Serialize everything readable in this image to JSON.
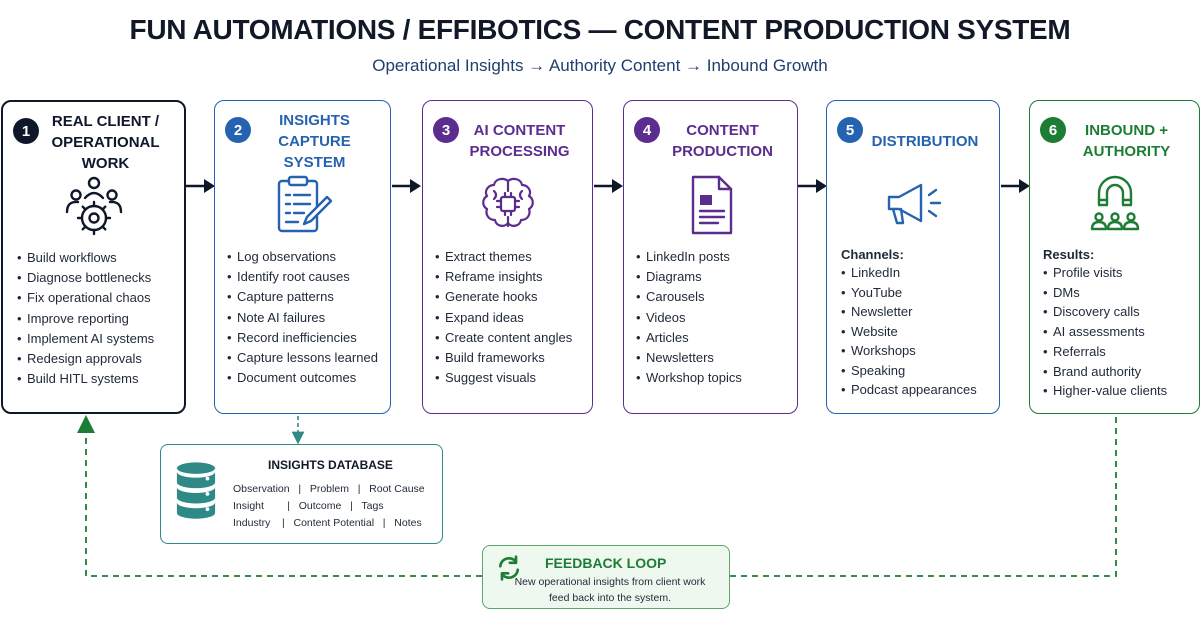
{
  "title": "FUN AUTOMATIONS / EFFIBOTICS — CONTENT PRODUCTION SYSTEM",
  "subtitle": "Operational Insights → Authority Content → Inbound Growth",
  "colors": {
    "stage1": "#0f172a",
    "stage2": "#2563b0",
    "stage3": "#5b2d8e",
    "stage4": "#5b2d8e",
    "stage5": "#2563b0",
    "stage6": "#1e7d34",
    "database": "#2d8a86",
    "feedback": "#1e7d34"
  },
  "stages": [
    {
      "number": "1",
      "title_line1": "REAL CLIENT /",
      "title_line2": "OPERATIONAL WORK",
      "icon": "team-gear-icon",
      "bullets": [
        "Build workflows",
        "Diagnose bottlenecks",
        "Fix operational chaos",
        "Improve reporting",
        "Implement AI systems",
        "Redesign approvals",
        "Build HITL systems"
      ]
    },
    {
      "number": "2",
      "title_line1": "INSIGHTS CAPTURE",
      "title_line2": "SYSTEM",
      "icon": "clipboard-pencil-icon",
      "bullets": [
        "Log observations",
        "Identify root causes",
        "Capture patterns",
        "Note AI failures",
        "Record inefficiencies",
        "Capture lessons learned",
        "Document outcomes"
      ]
    },
    {
      "number": "3",
      "title_line1": "AI CONTENT",
      "title_line2": "PROCESSING",
      "icon": "brain-chip-icon",
      "bullets": [
        "Extract themes",
        "Reframe insights",
        "Generate hooks",
        "Expand ideas",
        "Create content angles",
        "Build frameworks",
        "Suggest visuals"
      ]
    },
    {
      "number": "4",
      "title_line1": "CONTENT",
      "title_line2": "PRODUCTION",
      "icon": "document-icon",
      "bullets": [
        "LinkedIn posts",
        "Diagrams",
        "Carousels",
        "Videos",
        "Articles",
        "Newsletters",
        "Workshop topics"
      ]
    },
    {
      "number": "5",
      "title_line1": "DISTRIBUTION",
      "title_line2": "",
      "icon": "megaphone-icon",
      "list_heading": "Channels:",
      "bullets": [
        "LinkedIn",
        "YouTube",
        "Newsletter",
        "Website",
        "Workshops",
        "Speaking",
        "Podcast appearances"
      ]
    },
    {
      "number": "6",
      "title_line1": "INBOUND +",
      "title_line2": "AUTHORITY",
      "icon": "magnet-people-icon",
      "list_heading": "Results:",
      "bullets": [
        "Profile visits",
        "DMs",
        "Discovery calls",
        "AI assessments",
        "Referrals",
        "Brand authority",
        "Higher-value clients"
      ]
    }
  ],
  "database": {
    "title": "INSIGHTS DATABASE",
    "icon": "database-icon",
    "row1": "Observation   |   Problem   |   Root Cause",
    "row2": "Insight        |   Outcome   |   Tags",
    "row3": "Industry    |   Content Potential   |   Notes"
  },
  "feedback": {
    "title": "FEEDBACK LOOP",
    "icon": "refresh-icon",
    "line1": "New operational insights from client work",
    "line2": "feed back into the system."
  }
}
